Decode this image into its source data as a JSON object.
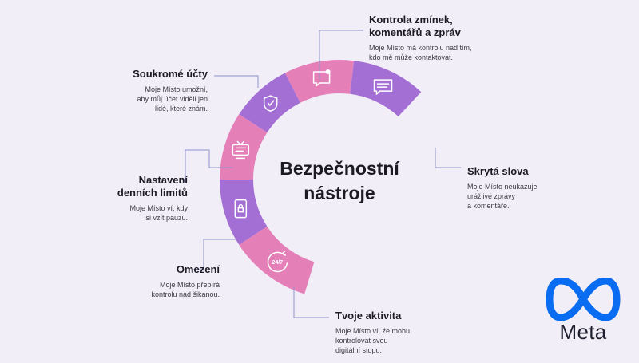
{
  "center_title_lines": [
    "Bezpečnostní",
    "nástroje"
  ],
  "colors": {
    "pink": "#e47fb8",
    "purple": "#a46fd4",
    "line": "#8f94c9",
    "background": "#f1eef7",
    "meta_blue": "#0a6cf0"
  },
  "items": [
    {
      "title_lines": [
        "Kontrola zmínek,",
        "komentářů a zpráv"
      ],
      "desc_lines": [
        "Moje Místo má kontrolu nad tím,",
        "kdo mě může kontaktovat."
      ]
    },
    {
      "title_lines": [
        "Skrytá slova"
      ],
      "desc_lines": [
        "Moje Místo neukazuje",
        "urážlivé zprávy",
        "a komentáře."
      ]
    },
    {
      "title_lines": [
        "Tvoje aktivita"
      ],
      "desc_lines": [
        "Moje Místo ví, že mohu",
        "kontrolovat svou",
        "digitální stopu."
      ]
    },
    {
      "title_lines": [
        "Omezení"
      ],
      "desc_lines": [
        "Moje Místo přebírá",
        "kontrolu nad šikanou."
      ]
    },
    {
      "title_lines": [
        "Nastavení",
        "denních limitů"
      ],
      "desc_lines": [
        "Moje Místo ví, kdy",
        "si vzít pauzu."
      ]
    },
    {
      "title_lines": [
        "Soukromé účty"
      ],
      "desc_lines": [
        "Moje Místo umožní,",
        "aby můj účet viděli jen",
        "lidé, které znám."
      ]
    }
  ],
  "segments": [
    {
      "name": "segment-private-accounts",
      "color": "purple",
      "icon": "shield-icon"
    },
    {
      "name": "segment-mentions-comments",
      "color": "pink",
      "icon": "speech-bubble-icon"
    },
    {
      "name": "segment-hidden-words",
      "color": "purple",
      "icon": "message-lines-icon"
    },
    {
      "name": "segment-daily-limits",
      "color": "pink",
      "icon": "tv-icon"
    },
    {
      "name": "segment-restrict",
      "color": "purple",
      "icon": "phone-lock-icon"
    },
    {
      "name": "segment-your-activity",
      "color": "pink",
      "icon": "clock-24-icon"
    }
  ],
  "activity_icon_text": "24/7",
  "logo": {
    "word": "Meta"
  }
}
